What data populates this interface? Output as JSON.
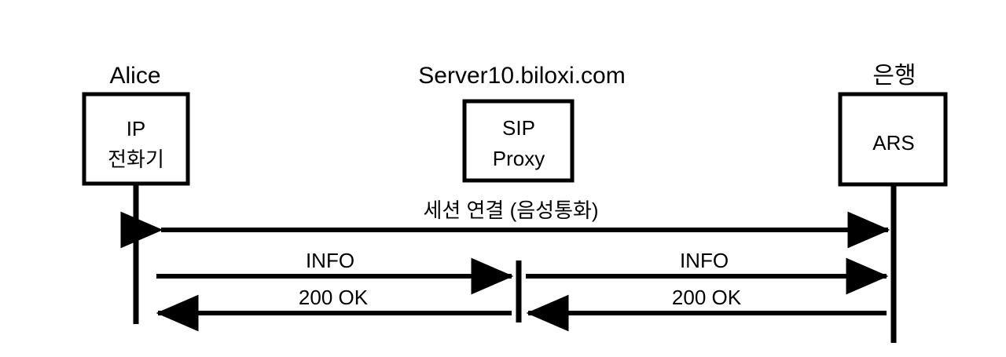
{
  "diagram": {
    "type": "sequence-diagram",
    "background_color": "#ffffff",
    "line_color": "#000000",
    "participants": [
      {
        "id": "alice",
        "title": "Alice",
        "box_lines": [
          "IP",
          "전화기"
        ],
        "box_label": "IP 전화기"
      },
      {
        "id": "proxy",
        "title": "Server10.biloxi.com",
        "box_lines": [
          "SIP",
          "Proxy"
        ],
        "box_label": "SIP Proxy"
      },
      {
        "id": "bank",
        "title": "은행",
        "box_lines": [
          "ARS"
        ],
        "box_label": "ARS"
      }
    ],
    "messages": [
      {
        "id": "session",
        "label": "세션 연결 (음성통화)",
        "direction": "bidirectional",
        "from": "alice",
        "to": "bank"
      },
      {
        "id": "info-left",
        "label": "INFO",
        "direction": "right",
        "from": "alice",
        "to": "proxy"
      },
      {
        "id": "info-right",
        "label": "INFO",
        "direction": "right",
        "from": "proxy",
        "to": "bank"
      },
      {
        "id": "ok-left",
        "label": "200 OK",
        "direction": "left",
        "from": "proxy",
        "to": "alice"
      },
      {
        "id": "ok-right",
        "label": "200 OK",
        "direction": "left",
        "from": "bank",
        "to": "proxy"
      }
    ]
  }
}
